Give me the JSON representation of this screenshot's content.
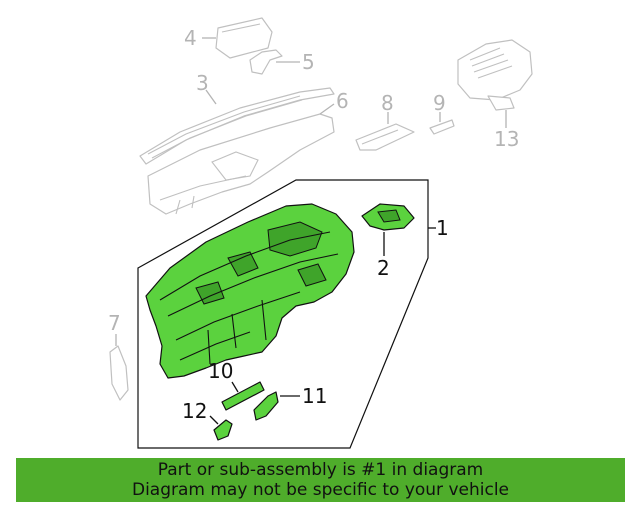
{
  "callouts": {
    "c1": "1",
    "c2": "2",
    "c3": "3",
    "c4": "4",
    "c5": "5",
    "c6": "6",
    "c7": "7",
    "c8": "8",
    "c9": "9",
    "c10": "10",
    "c11": "11",
    "c12": "12",
    "c13": "13"
  },
  "banner": {
    "line1": "Part or sub-assembly is #1 in diagram",
    "line2": "Diagram may not be specific to your vehicle"
  },
  "colors": {
    "highlight_part": "#5bd23e",
    "banner_background": "#4fad2b",
    "ghost_part_stroke": "#c0c0c0"
  }
}
